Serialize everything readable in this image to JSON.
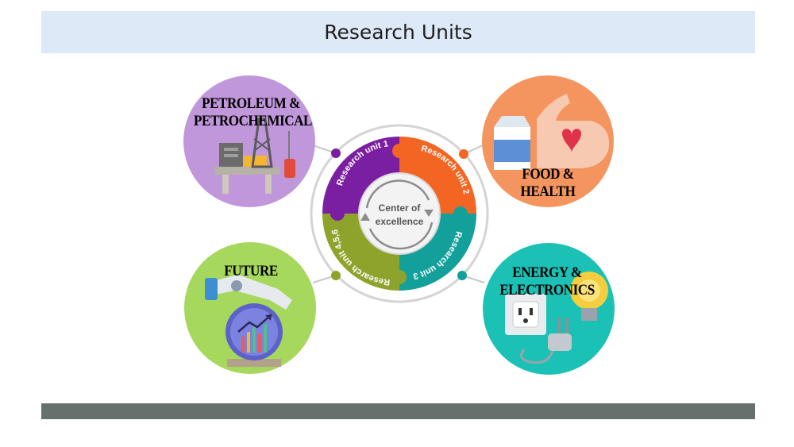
{
  "title": "Research Units",
  "center": {
    "line1": "Center of",
    "line2": "excellence"
  },
  "segments": [
    {
      "label": "Research unit 1",
      "color": "#7b1fa2"
    },
    {
      "label": "Research unit 2",
      "color": "#f26522"
    },
    {
      "label": "Research unit 3",
      "color": "#14a09a"
    },
    {
      "label": "Research unit 4,5,6",
      "color": "#8ea32b"
    }
  ],
  "bubbles": {
    "petroleum": {
      "line1": "PETROLEUM &",
      "line2": "PETROCHEMICAL",
      "color": "#c197dc"
    },
    "food": {
      "line1": "FOOD & HEALTH",
      "color": "#f4945f"
    },
    "future": {
      "line1": "FUTURE",
      "color": "#a6d85d"
    },
    "energy": {
      "line1": "ENERGY &",
      "line2": "ELECTRONICS",
      "color": "#1cc1b5"
    }
  }
}
